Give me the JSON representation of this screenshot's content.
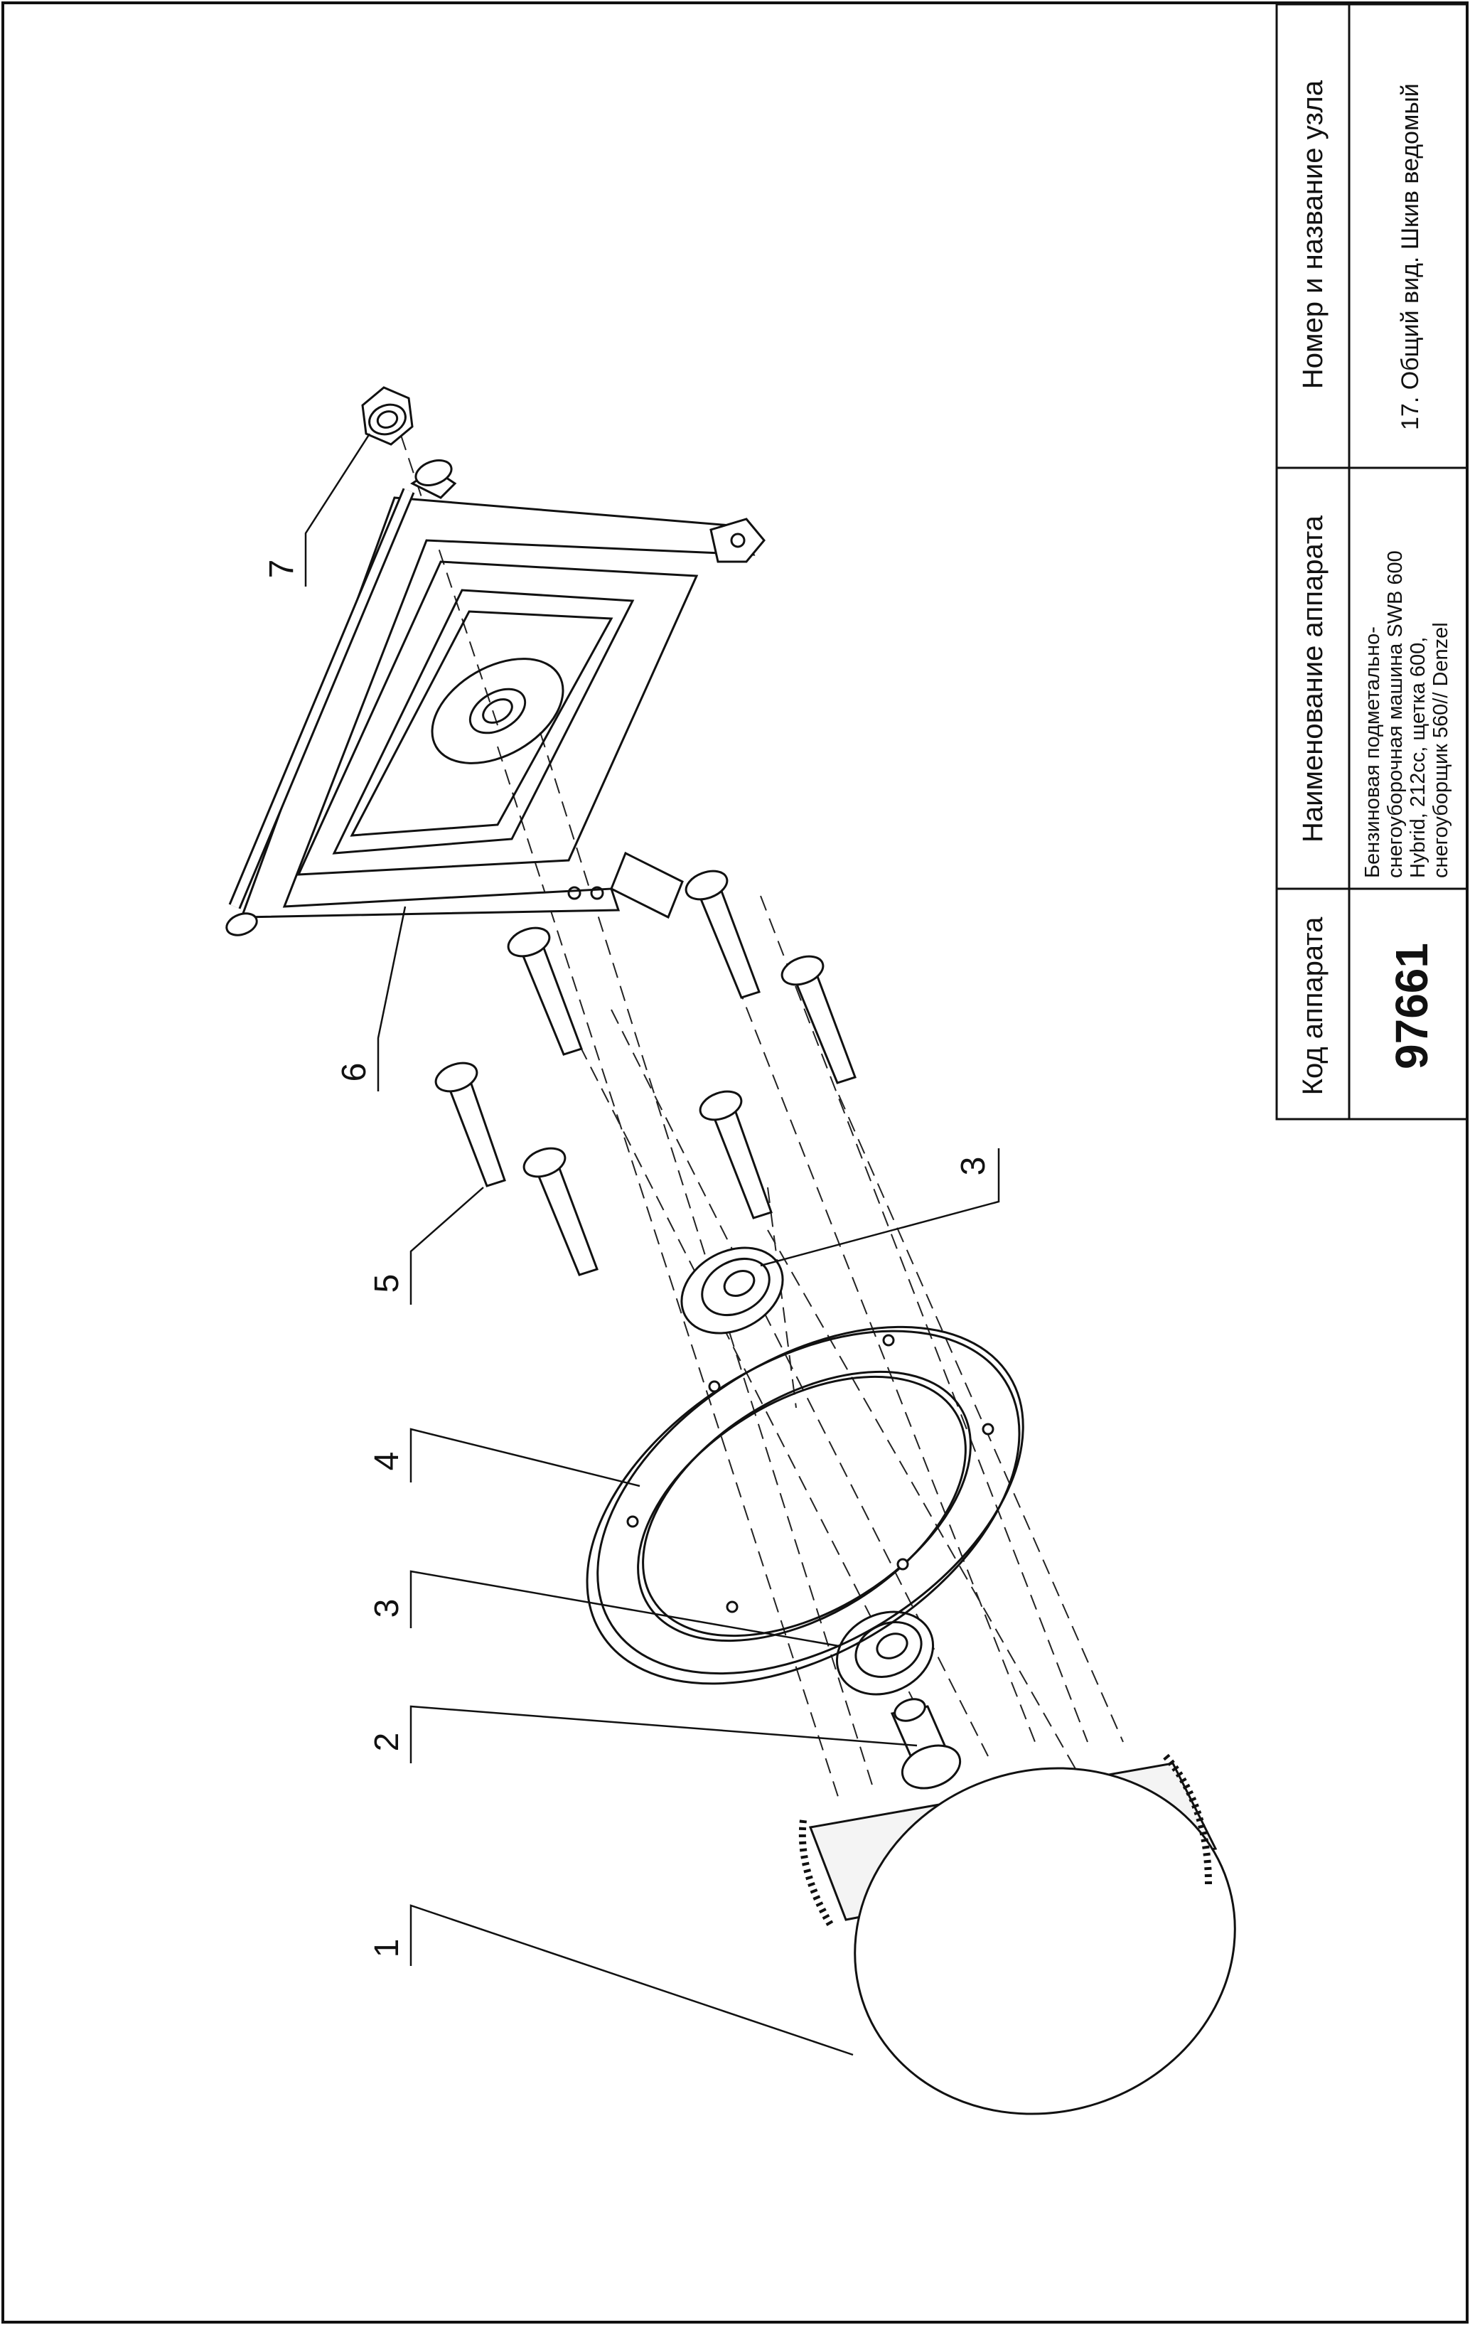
{
  "title_block": {
    "col_code": {
      "header": "Код аппарата",
      "value": "97661"
    },
    "col_name": {
      "header": "Наименование аппарата",
      "lines": [
        "Бензиновая подметально-",
        "снегоуборочная машина SWB 600",
        "Hybrid, 212сс, щетка 600,",
        "снегоуборщик 560// Denzel"
      ]
    },
    "col_node": {
      "header": "Номер и название узла",
      "value": "17. Общий вид. Шкив ведомый"
    }
  },
  "callouts": [
    {
      "id": "c1",
      "text": "1"
    },
    {
      "id": "c2",
      "text": "2"
    },
    {
      "id": "c3a",
      "text": "3"
    },
    {
      "id": "c4",
      "text": "4"
    },
    {
      "id": "c5",
      "text": "5"
    },
    {
      "id": "c3b",
      "text": "3"
    },
    {
      "id": "c6",
      "text": "6"
    },
    {
      "id": "c7",
      "text": "7"
    }
  ]
}
